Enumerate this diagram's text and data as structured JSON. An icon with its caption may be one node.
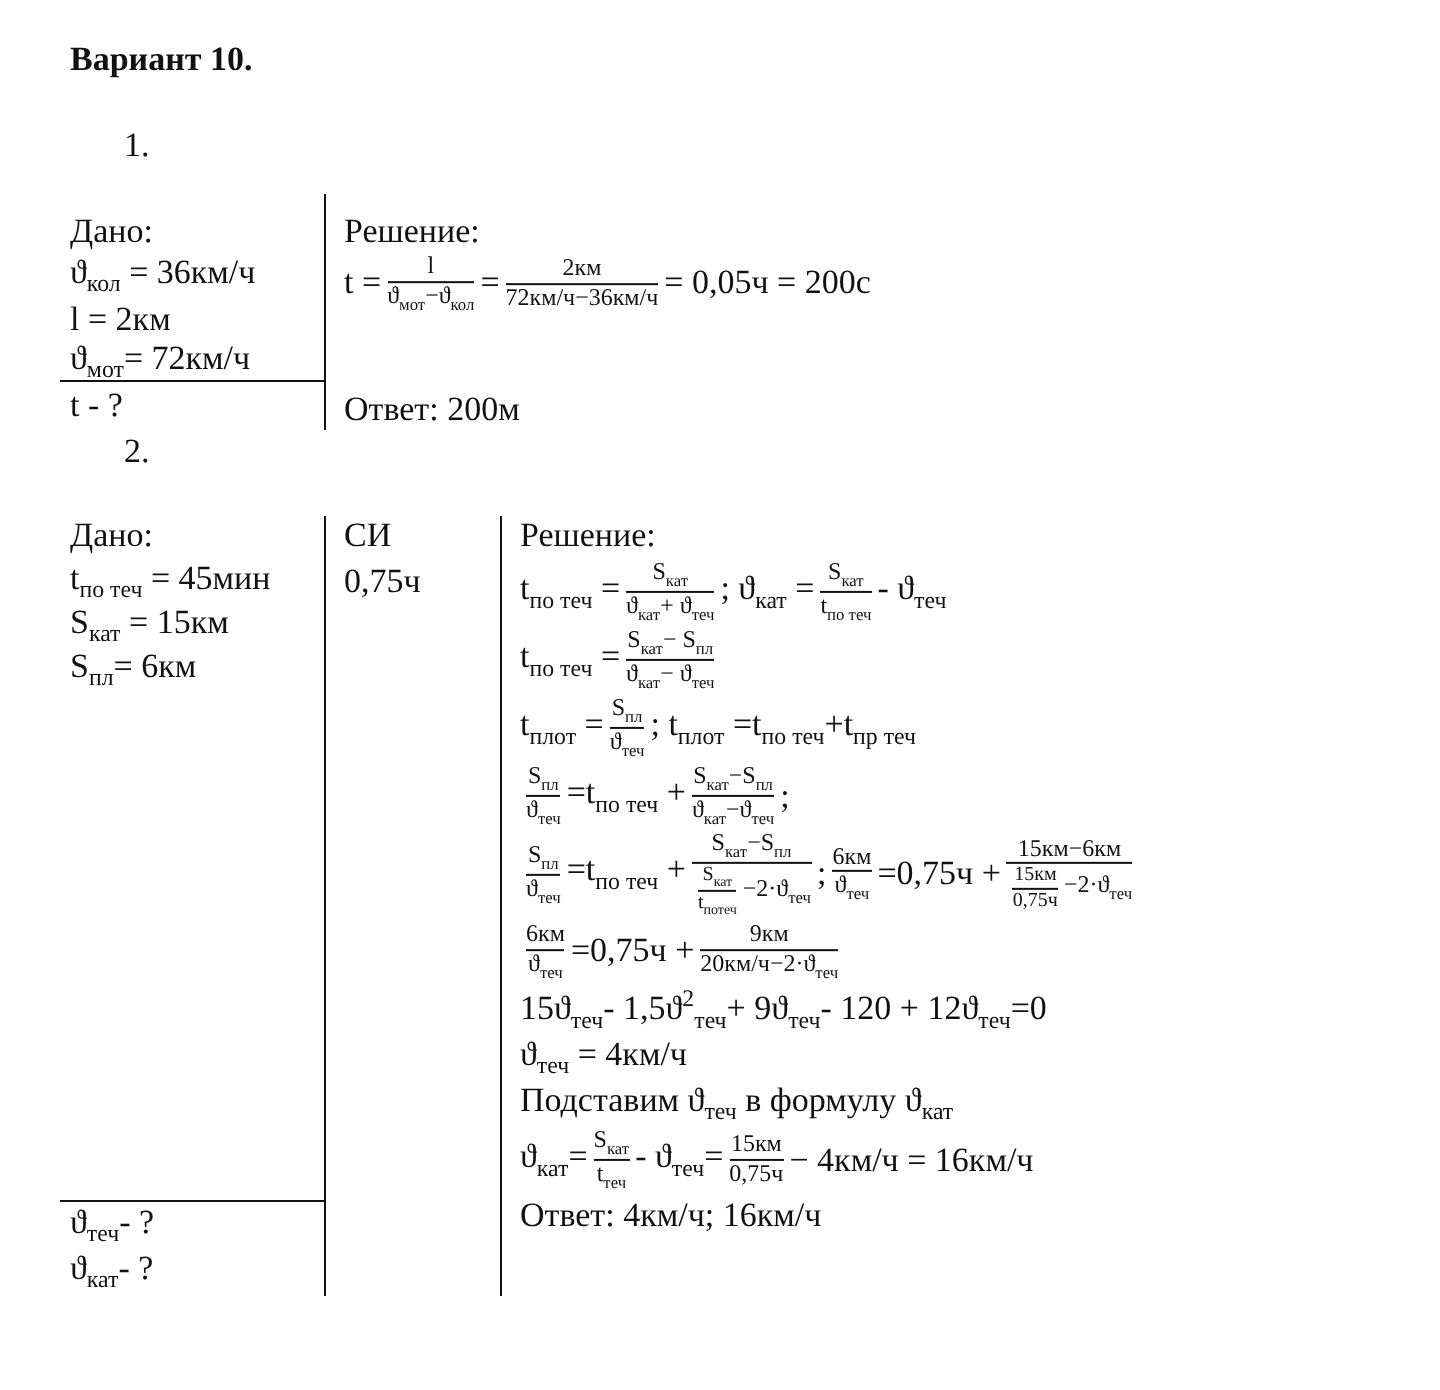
{
  "diagram": {
    "labels": [
      "Вариант 10.",
      "1.",
      "Дано:",
      "ϑ$_{кол}$ = 36км/ч",
      "l = 2км",
      "ϑ$_{мот}$= 72км/ч",
      "t - ?",
      "Решение:",
      "t =",
      "l",
      "ϑ$_{мот}$−ϑ$_{кол}$",
      "=",
      "2км",
      "72км/ч−36км/ч",
      "= 0,05ч = 200с",
      "Ответ: 200м",
      "2.",
      "Дано:",
      "t$_{по теч}$ = 45мин",
      "S$_{кат}$ = 15км",
      "S$_{пл}$= 6км",
      "СИ",
      "0,75ч",
      "Решение:",
      "t$_{по теч}$ =",
      "S$_{кат}$",
      "ϑ$_{кат}$+ ϑ$_{теч}$",
      ";  ϑ$_{кат}$ =",
      "S$_{кат}$",
      "t$_{по теч}$",
      "- ϑ$_{теч}$",
      "t$_{по теч}$ =",
      "S$_{кат}$− S$_{пл}$",
      "ϑ$_{кат}$− ϑ$_{теч}$",
      "t$_{плот}$ =",
      "S$_{пл}$",
      "ϑ$_{теч}$",
      "; t$_{плот}$ =t$_{по теч}$+t$_{пр теч}$",
      "S$_{пл}$",
      "ϑ$_{теч}$",
      "=t$_{по теч}$ +",
      "S$_{кат}$−S$_{пл}$",
      "ϑ$_{кат}$−ϑ$_{теч}$",
      ";",
      "S$_{пл}$",
      "ϑ$_{теч}$",
      "=t$_{по теч}$ +",
      "S$_{кат}$−S$_{пл}$",
      "S$_{кат}$",
      "t$_{потеч}$",
      "−2·ϑ$_{теч}$",
      ";",
      "6км",
      "ϑ$_{теч}$",
      "=0,75ч +",
      "15км−6км",
      "15км",
      "0,75ч",
      "−2·ϑ$_{теч}$",
      "6км",
      "ϑ$_{теч}$",
      "=0,75ч +",
      "9км",
      "20км/ч−2·ϑ$_{теч}$",
      "15ϑ$_{теч}$- 1,5ϑ$^{2}$$_{теч}$+ 9ϑ$_{теч}$- 120 + 12ϑ$_{теч}$=0",
      "ϑ$_{теч}$ = 4км/ч",
      "Подставим ϑ$_{теч}$ в формулу ϑ$_{кат}$",
      "ϑ$_{кат}$=",
      "S$_{кат}$",
      "t$_{теч}$",
      "- ϑ$_{теч}$=",
      "15км",
      "0,75ч",
      "− 4км/ч = 16км/ч",
      "Ответ: 4км/ч; 16км/ч",
      "ϑ$_{теч}$- ?",
      "ϑ$_{кат}$- ?"
    ]
  }
}
